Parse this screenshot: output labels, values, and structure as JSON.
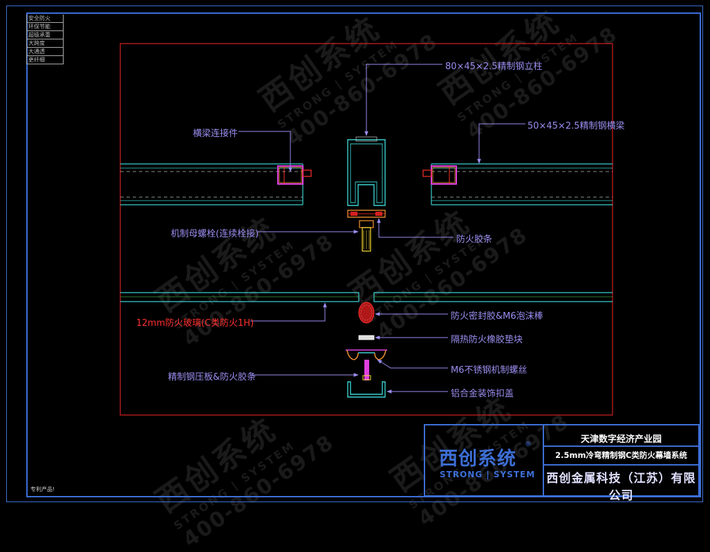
{
  "stamp_rows": [
    "安全防火",
    "环保节能",
    "超级承重",
    "大跨度",
    "大通透",
    "更纤细"
  ],
  "note": "专利产品!",
  "labels": {
    "column": "80×45×2.5精制钢立柱",
    "beam": "50×45×2.5精制钢横梁",
    "connector": "横梁连接件",
    "bolt": "机制母螺栓(连续栓接)",
    "fire_strip": "防火胶条",
    "glass": "12mm防火玻璃(C类防火1H)",
    "sealant": "防火密封胶&M6泡沫棒",
    "pad": "隔热防火橡胶垫块",
    "screw": "M6不锈钢机制螺丝",
    "plate": "精制钢压板&防火胶条",
    "cover": "铝合金装饰扣盖"
  },
  "title_block": {
    "logo_cn": "西创系统",
    "logo_reg": "®",
    "logo_en": "STRONG | SYSTEM",
    "project": "天津数字经济产业园",
    "drawing_title": "2.5mm冷弯精制钢C类防火幕墙系统",
    "company": "西创金属科技（江苏）有限公司"
  },
  "watermark": {
    "cn": "西创系统",
    "en": "STRONG | SYSTEM",
    "tel": "400-860-6978"
  },
  "colors": {
    "frame": "#3d6fd6",
    "steel": "#3ad1d1",
    "label": "#9a8ef0",
    "red_label": "#ff3030",
    "border_red": "#d42020"
  }
}
